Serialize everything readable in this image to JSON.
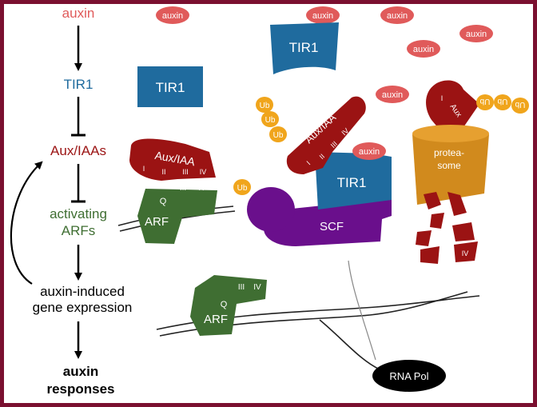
{
  "colors": {
    "frame": "#7a1030",
    "auxin": "#e05a5a",
    "tir1": "#1f6b9e",
    "auxiaa": "#9b1313",
    "arf": "#3f6e32",
    "scf": "#6a0f8c",
    "ub": "#f0a51c",
    "proteasome": "#d18a1d",
    "rnapol": "#000000"
  },
  "pathway": {
    "auxin": "auxin",
    "tir1": "TIR1",
    "auxiaa": "Aux/IAAs",
    "activating_line1": "activating",
    "activating_line2": "ARFs",
    "expr_line1": "auxin-induced",
    "expr_line2": "gene expression",
    "responses_line1": "auxin",
    "responses_line2": "responses"
  },
  "labels": {
    "auxin": "auxin",
    "tir1": "TIR1",
    "auxiaa": "Aux/IAA",
    "aux": "Aux",
    "ub": "Ub",
    "scf": "SCF",
    "arf": "ARF",
    "q": "Q",
    "dom_i": "I",
    "dom_ii": "II",
    "dom_iii": "III",
    "dom_iv": "IV",
    "proteasome_line1": "protea-",
    "proteasome_line2": "some",
    "rna_pol": "RNA Pol"
  }
}
